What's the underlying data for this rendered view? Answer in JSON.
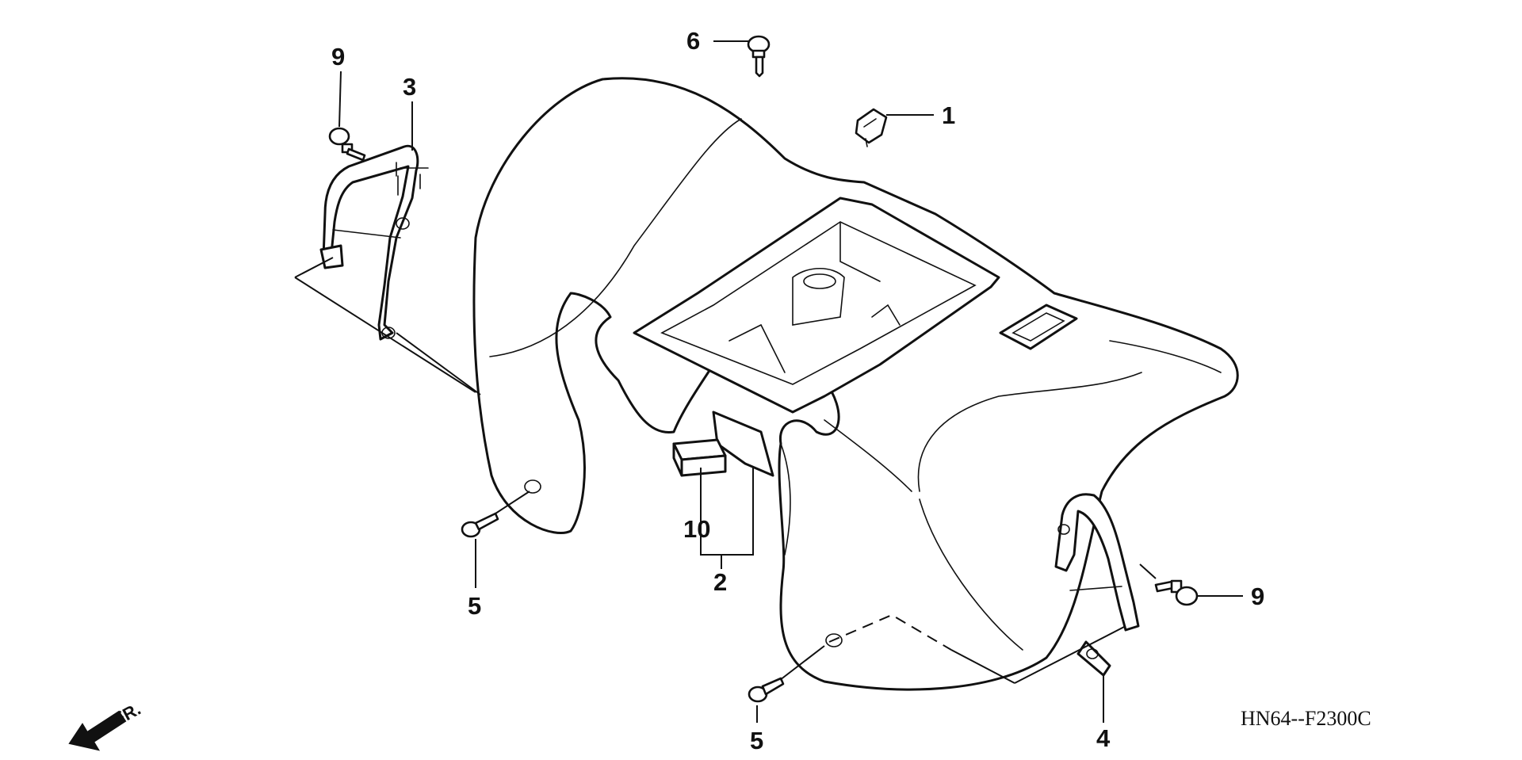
{
  "diagram": {
    "code": "HN64--F2300C",
    "direction_label": "FR.",
    "callouts": {
      "c1": "1",
      "c2": "2",
      "c3": "3",
      "c4": "4",
      "c5a": "5",
      "c5b": "5",
      "c6": "6",
      "c9a": "9",
      "c9b": "9",
      "c10": "10"
    }
  },
  "colors": {
    "line": "#111111",
    "background": "#ffffff"
  }
}
